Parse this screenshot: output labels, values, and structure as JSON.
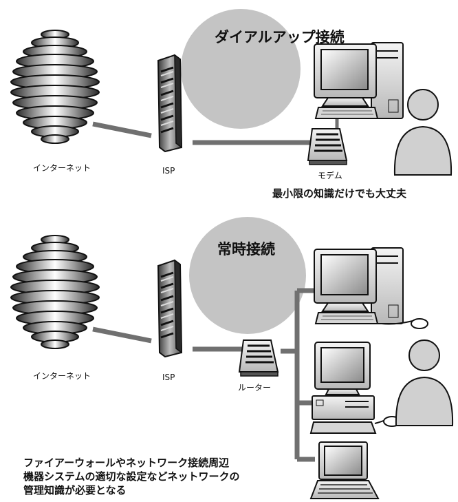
{
  "dialup": {
    "title": "ダイアルアップ接続",
    "internet_label": "インターネット",
    "isp_label": "ISP",
    "modem_label": "モデム",
    "note": "最小限の知識だけでも大丈夫"
  },
  "always_on": {
    "title": "常時接続",
    "internet_label": "インターネット",
    "isp_label": "ISP",
    "router_label": "ルーター",
    "note_lines": [
      "ファイアーウォールやネットワーク接続周辺",
      "機器システムの適切な設定などネットワークの",
      "管理知識が必要となる"
    ]
  },
  "colors": {
    "bubble": "#c4c4c4",
    "cable": "#707070",
    "line": "#111111"
  }
}
